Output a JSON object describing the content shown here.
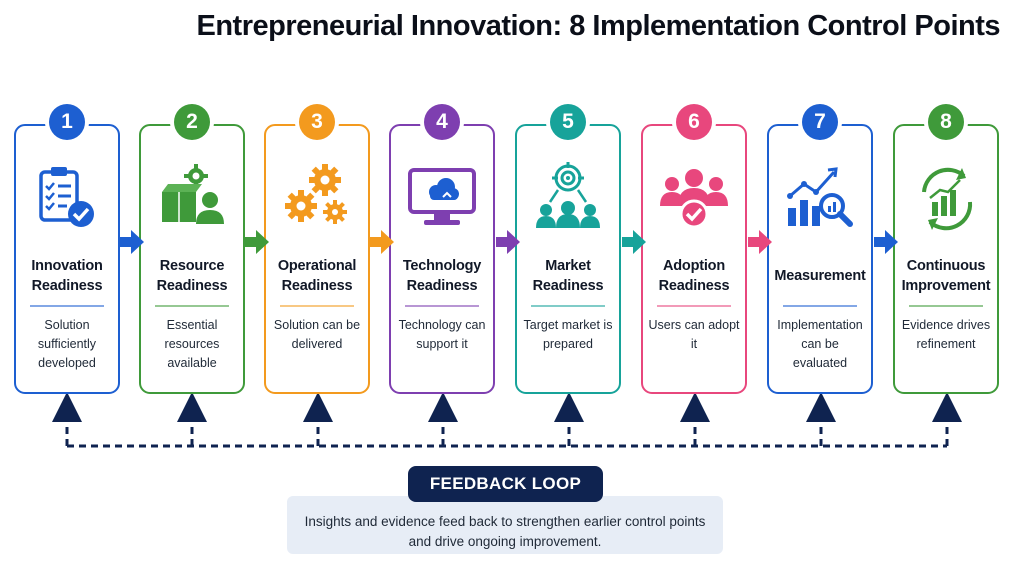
{
  "title": "Entrepreneurial Innovation: 8 Implementation Control Points",
  "steps": [
    {
      "number": "1",
      "title_line1": "Innovation",
      "title_line2": "Readiness",
      "description": "Solution sufficiently developed",
      "color": "#1d5fd1",
      "icon": "checklist-icon"
    },
    {
      "number": "2",
      "title_line1": "Resource",
      "title_line2": "Readiness",
      "description": "Essential resources available",
      "color": "#3f9a3a",
      "icon": "resources-icon"
    },
    {
      "number": "3",
      "title_line1": "Operational",
      "title_line2": "Readiness",
      "description": "Solution can be delivered",
      "color": "#f39a1e",
      "icon": "gears-icon"
    },
    {
      "number": "4",
      "title_line1": "Technology",
      "title_line2": "Readiness",
      "description": "Technology can support it",
      "color": "#7e3fb0",
      "icon": "cloud-monitor-icon"
    },
    {
      "number": "5",
      "title_line1": "Market",
      "title_line2": "Readiness",
      "description": "Target market is prepared",
      "color": "#17a39a",
      "icon": "target-audience-icon"
    },
    {
      "number": "6",
      "title_line1": "Adoption",
      "title_line2": "Readiness",
      "description": "Users can adopt it",
      "color": "#e8477d",
      "icon": "users-check-icon"
    },
    {
      "number": "7",
      "title_line1": "Measurement",
      "title_line2": "",
      "description": "Implementation can be evaluated",
      "color": "#1d5fd1",
      "icon": "analytics-icon"
    },
    {
      "number": "8",
      "title_line1": "Continuous",
      "title_line2": "Improvement",
      "description": "Evidence drives refinement",
      "color": "#3f9a3a",
      "icon": "growth-cycle-icon"
    }
  ],
  "feedback": {
    "label": "FEEDBACK LOOP",
    "text_line1": "Insights and evidence feed back to strengthen earlier control points",
    "text_line2": "and drive ongoing improvement.",
    "line_color": "#0f2350"
  }
}
